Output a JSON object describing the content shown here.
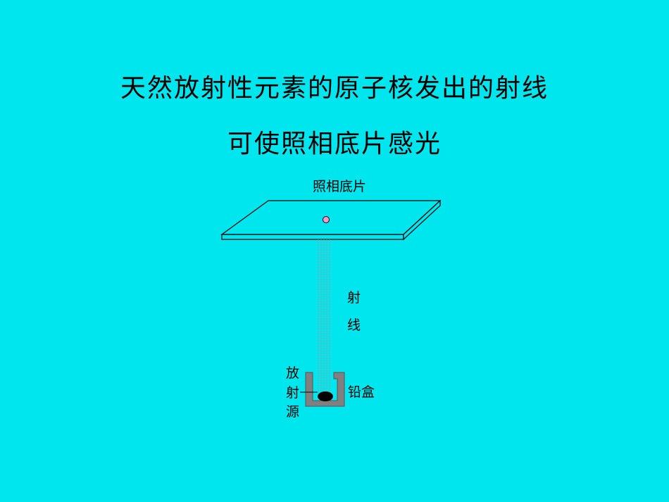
{
  "title": {
    "line1": "天然放射性元素的原子核发出的射线",
    "line2": "可使照相底片感光"
  },
  "diagram": {
    "film_label": "照相底片",
    "ray_label_chars": [
      "射",
      "线"
    ],
    "lead_box_label": "铅盒",
    "source_label_chars": [
      "放",
      "射",
      "源"
    ],
    "colors": {
      "background": "#00E6EE",
      "film_fill": "#00E6EE",
      "outline": "#000000",
      "lead_box": "#808080",
      "exposure_spot": "#FF99CC",
      "rays": "#808080",
      "source": "#000000"
    }
  }
}
